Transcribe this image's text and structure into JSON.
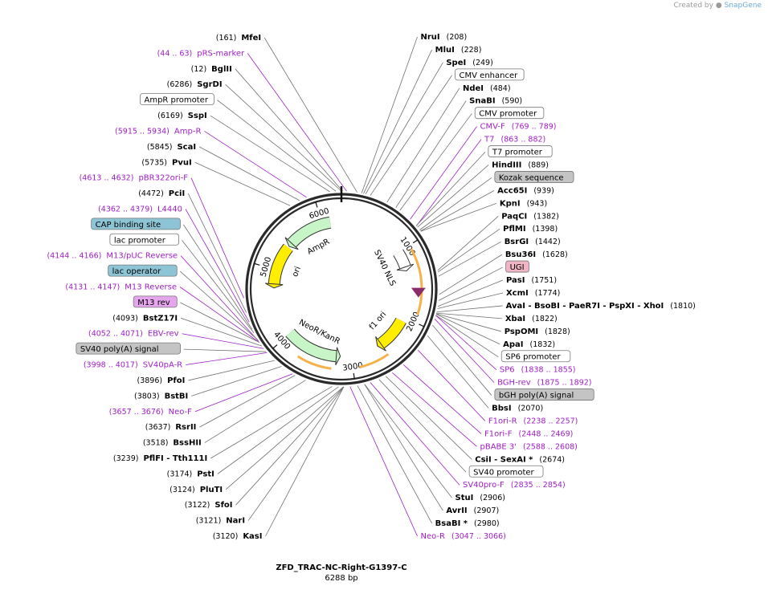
{
  "credit": {
    "prefix": "Created by",
    "brand": "SnapGene"
  },
  "map": {
    "name": "ZFD_TRAC-NC-Right-G1397-C",
    "size": "6288 bp",
    "total_bp": 6288,
    "ticks": [
      "1000",
      "2000",
      "3000",
      "4000",
      "5000",
      "6000"
    ]
  },
  "colors": {
    "backbone": "#2a2a2a",
    "primer": "#a020c8",
    "leader": "#707070",
    "feature_box_border": "#777777",
    "gray_fill": "#c4c4c4",
    "blue_fill": "#8ec5d6",
    "pink_fill": "#f0b4c4",
    "magenta_fill": "#e6a6ee",
    "ampr": "#c8f5c8",
    "ori": "#ffee00",
    "orange": "#f5b24a",
    "nls": "#8b2c6a"
  },
  "right_labels": [
    {
      "kind": "enzyme",
      "name": "NruI",
      "pos": "(208)",
      "bp": 208
    },
    {
      "kind": "enzyme",
      "name": "MluI",
      "pos": "(228)",
      "bp": 228
    },
    {
      "kind": "enzyme",
      "name": "SpeI",
      "pos": "(249)",
      "bp": 249
    },
    {
      "kind": "feature",
      "name": "CMV enhancer",
      "bp": 300
    },
    {
      "kind": "enzyme",
      "name": "NdeI",
      "pos": "(484)",
      "bp": 484
    },
    {
      "kind": "enzyme",
      "name": "SnaBI",
      "pos": "(590)",
      "bp": 590
    },
    {
      "kind": "feature",
      "name": "CMV promoter",
      "bp": 640
    },
    {
      "kind": "primer",
      "name": "CMV-F",
      "pos": "(769 .. 789)",
      "bp": 779
    },
    {
      "kind": "primer",
      "name": "T7",
      "pos": "(863 .. 882)",
      "bp": 872
    },
    {
      "kind": "feature",
      "name": "T7 promoter",
      "bp": 870
    },
    {
      "kind": "enzyme",
      "name": "HindIII",
      "pos": "(889)",
      "bp": 889
    },
    {
      "kind": "feature",
      "name": "Kozak sequence",
      "fill": "gray",
      "bp": 925
    },
    {
      "kind": "enzyme",
      "name": "Acc65I",
      "pos": "(939)",
      "bp": 939
    },
    {
      "kind": "enzyme",
      "name": "KpnI",
      "pos": "(943)",
      "bp": 943
    },
    {
      "kind": "enzyme",
      "name": "PaqCI",
      "pos": "(1382)",
      "bp": 1382
    },
    {
      "kind": "enzyme",
      "name": "PflMI",
      "pos": "(1398)",
      "bp": 1398
    },
    {
      "kind": "enzyme",
      "name": "BsrGI",
      "pos": "(1442)",
      "bp": 1442
    },
    {
      "kind": "enzyme",
      "name": "Bsu36I",
      "pos": "(1628)",
      "bp": 1628
    },
    {
      "kind": "feature",
      "name": "UGI",
      "fill": "pink",
      "bp": 1690
    },
    {
      "kind": "enzyme",
      "name": "PasI",
      "pos": "(1751)",
      "bp": 1751
    },
    {
      "kind": "enzyme",
      "name": "XcmI",
      "pos": "(1774)",
      "bp": 1774
    },
    {
      "kind": "enzyme",
      "name": "AvaI  - BsoBI  - PaeR7I  - PspXI  - XhoI",
      "pos": "(1810)",
      "bp": 1810
    },
    {
      "kind": "enzyme",
      "name": "XbaI",
      "pos": "(1822)",
      "bp": 1822
    },
    {
      "kind": "enzyme",
      "name": "PspOMI",
      "pos": "(1828)",
      "bp": 1828
    },
    {
      "kind": "enzyme",
      "name": "ApaI",
      "pos": "(1832)",
      "bp": 1832
    },
    {
      "kind": "feature",
      "name": "SP6 promoter",
      "bp": 1845
    },
    {
      "kind": "primer",
      "name": "SP6",
      "pos": "(1838 .. 1855)",
      "bp": 1846
    },
    {
      "kind": "primer",
      "name": "BGH-rev",
      "pos": "(1875 .. 1892)",
      "bp": 1883
    },
    {
      "kind": "feature",
      "name": "bGH poly(A) signal",
      "fill": "gray",
      "bp": 1950
    },
    {
      "kind": "enzyme",
      "name": "BbsI",
      "pos": "(2070)",
      "bp": 2070
    },
    {
      "kind": "primer",
      "name": "F1ori-R",
      "pos": "(2238 .. 2257)",
      "bp": 2247
    },
    {
      "kind": "primer",
      "name": "F1ori-F",
      "pos": "(2448 .. 2469)",
      "bp": 2458
    },
    {
      "kind": "primer",
      "name": "pBABE 3'",
      "pos": "(2588 .. 2608)",
      "bp": 2598
    },
    {
      "kind": "enzyme",
      "name": "CsiI  - SexAI *",
      "pos": "(2674)",
      "bp": 2674
    },
    {
      "kind": "feature",
      "name": "SV40 promoter",
      "bp": 2750
    },
    {
      "kind": "primer",
      "name": "SV40pro-F",
      "pos": "(2835 .. 2854)",
      "bp": 2844
    },
    {
      "kind": "enzyme",
      "name": "StuI",
      "pos": "(2906)",
      "bp": 2906
    },
    {
      "kind": "enzyme",
      "name": "AvrII",
      "pos": "(2907)",
      "bp": 2907
    },
    {
      "kind": "enzyme",
      "name": "BsaBI *",
      "pos": "(2980)",
      "bp": 2980
    },
    {
      "kind": "primer",
      "name": "Neo-R",
      "pos": "(3047 .. 3066)",
      "bp": 3056
    }
  ],
  "left_labels": [
    {
      "kind": "enzyme",
      "name": "MfeI",
      "pos": "(161)",
      "bp": 161
    },
    {
      "kind": "primer",
      "name": "pRS-marker",
      "pos": "(44 .. 63)",
      "bp": 53
    },
    {
      "kind": "enzyme",
      "name": "BglII",
      "pos": "(12)",
      "bp": 12
    },
    {
      "kind": "enzyme",
      "name": "SgrDI",
      "pos": "(6286)",
      "bp": 6286
    },
    {
      "kind": "feature",
      "name": "AmpR promoter",
      "bp": 6230
    },
    {
      "kind": "enzyme",
      "name": "SspI",
      "pos": "(6169)",
      "bp": 6169
    },
    {
      "kind": "primer",
      "name": "Amp-R",
      "pos": "(5915 .. 5934)",
      "bp": 5925
    },
    {
      "kind": "enzyme",
      "name": "ScaI",
      "pos": "(5845)",
      "bp": 5845
    },
    {
      "kind": "enzyme",
      "name": "PvuI",
      "pos": "(5735)",
      "bp": 5735
    },
    {
      "kind": "primer",
      "name": "pBR322ori-F",
      "pos": "(4613 .. 4632)",
      "bp": 4622
    },
    {
      "kind": "enzyme",
      "name": "PciI",
      "pos": "(4472)",
      "bp": 4472
    },
    {
      "kind": "primer",
      "name": "L4440",
      "pos": "(4362 .. 4379)",
      "bp": 4370
    },
    {
      "kind": "feature",
      "name": "CAP binding site",
      "fill": "blue",
      "bp": 4290
    },
    {
      "kind": "feature",
      "name": "lac promoter",
      "bp": 4250
    },
    {
      "kind": "primer",
      "name": "M13/pUC Reverse",
      "pos": "(4144 .. 4166)",
      "bp": 4155
    },
    {
      "kind": "feature",
      "name": "lac operator",
      "fill": "blue",
      "bp": 4170
    },
    {
      "kind": "primer",
      "name": "M13 Reverse",
      "pos": "(4131 .. 4147)",
      "bp": 4139
    },
    {
      "kind": "feature",
      "name": "M13 rev",
      "fill": "magenta",
      "bp": 4139
    },
    {
      "kind": "enzyme",
      "name": "BstZ17I",
      "pos": "(4093)",
      "bp": 4093
    },
    {
      "kind": "primer",
      "name": "EBV-rev",
      "pos": "(4052 .. 4071)",
      "bp": 4061
    },
    {
      "kind": "feature",
      "name": "SV40 poly(A) signal",
      "fill": "gray",
      "bp": 4020
    },
    {
      "kind": "primer",
      "name": "SV40pA-R",
      "pos": "(3998 .. 4017)",
      "bp": 4007
    },
    {
      "kind": "enzyme",
      "name": "PfoI",
      "pos": "(3896)",
      "bp": 3896
    },
    {
      "kind": "enzyme",
      "name": "BstBI",
      "pos": "(3803)",
      "bp": 3803
    },
    {
      "kind": "primer",
      "name": "Neo-F",
      "pos": "(3657 .. 3676)",
      "bp": 3666
    },
    {
      "kind": "enzyme",
      "name": "RsrII",
      "pos": "(3637)",
      "bp": 3637
    },
    {
      "kind": "enzyme",
      "name": "BssHII",
      "pos": "(3518)",
      "bp": 3518
    },
    {
      "kind": "enzyme",
      "name": "PflFI  - Tth111I",
      "pos": "(3239)",
      "bp": 3239
    },
    {
      "kind": "enzyme",
      "name": "PstI",
      "pos": "(3174)",
      "bp": 3174
    },
    {
      "kind": "enzyme",
      "name": "PluTI",
      "pos": "(3124)",
      "bp": 3124
    },
    {
      "kind": "enzyme",
      "name": "SfoI",
      "pos": "(3122)",
      "bp": 3122
    },
    {
      "kind": "enzyme",
      "name": "NarI",
      "pos": "(3121)",
      "bp": 3121
    },
    {
      "kind": "enzyme",
      "name": "KasI",
      "pos": "(3120)",
      "bp": 3120
    }
  ],
  "inner_features": [
    {
      "name": "AmpR",
      "start": 5460,
      "end": 6120,
      "dir": "ccw",
      "color": "ampr"
    },
    {
      "name": "ori",
      "start": 4790,
      "end": 5380,
      "dir": "ccw",
      "color": "ori"
    },
    {
      "name": "NeoR/KanR",
      "start": 3220,
      "end": 4010,
      "dir": "ccw",
      "color": "ampr"
    },
    {
      "name": "f1 ori",
      "start": 2060,
      "end": 2520,
      "dir": "cw",
      "color": "ori"
    },
    {
      "name": "SV40 NLS",
      "start": 1000,
      "end": 1240,
      "dir": "cw",
      "color": "white"
    }
  ]
}
